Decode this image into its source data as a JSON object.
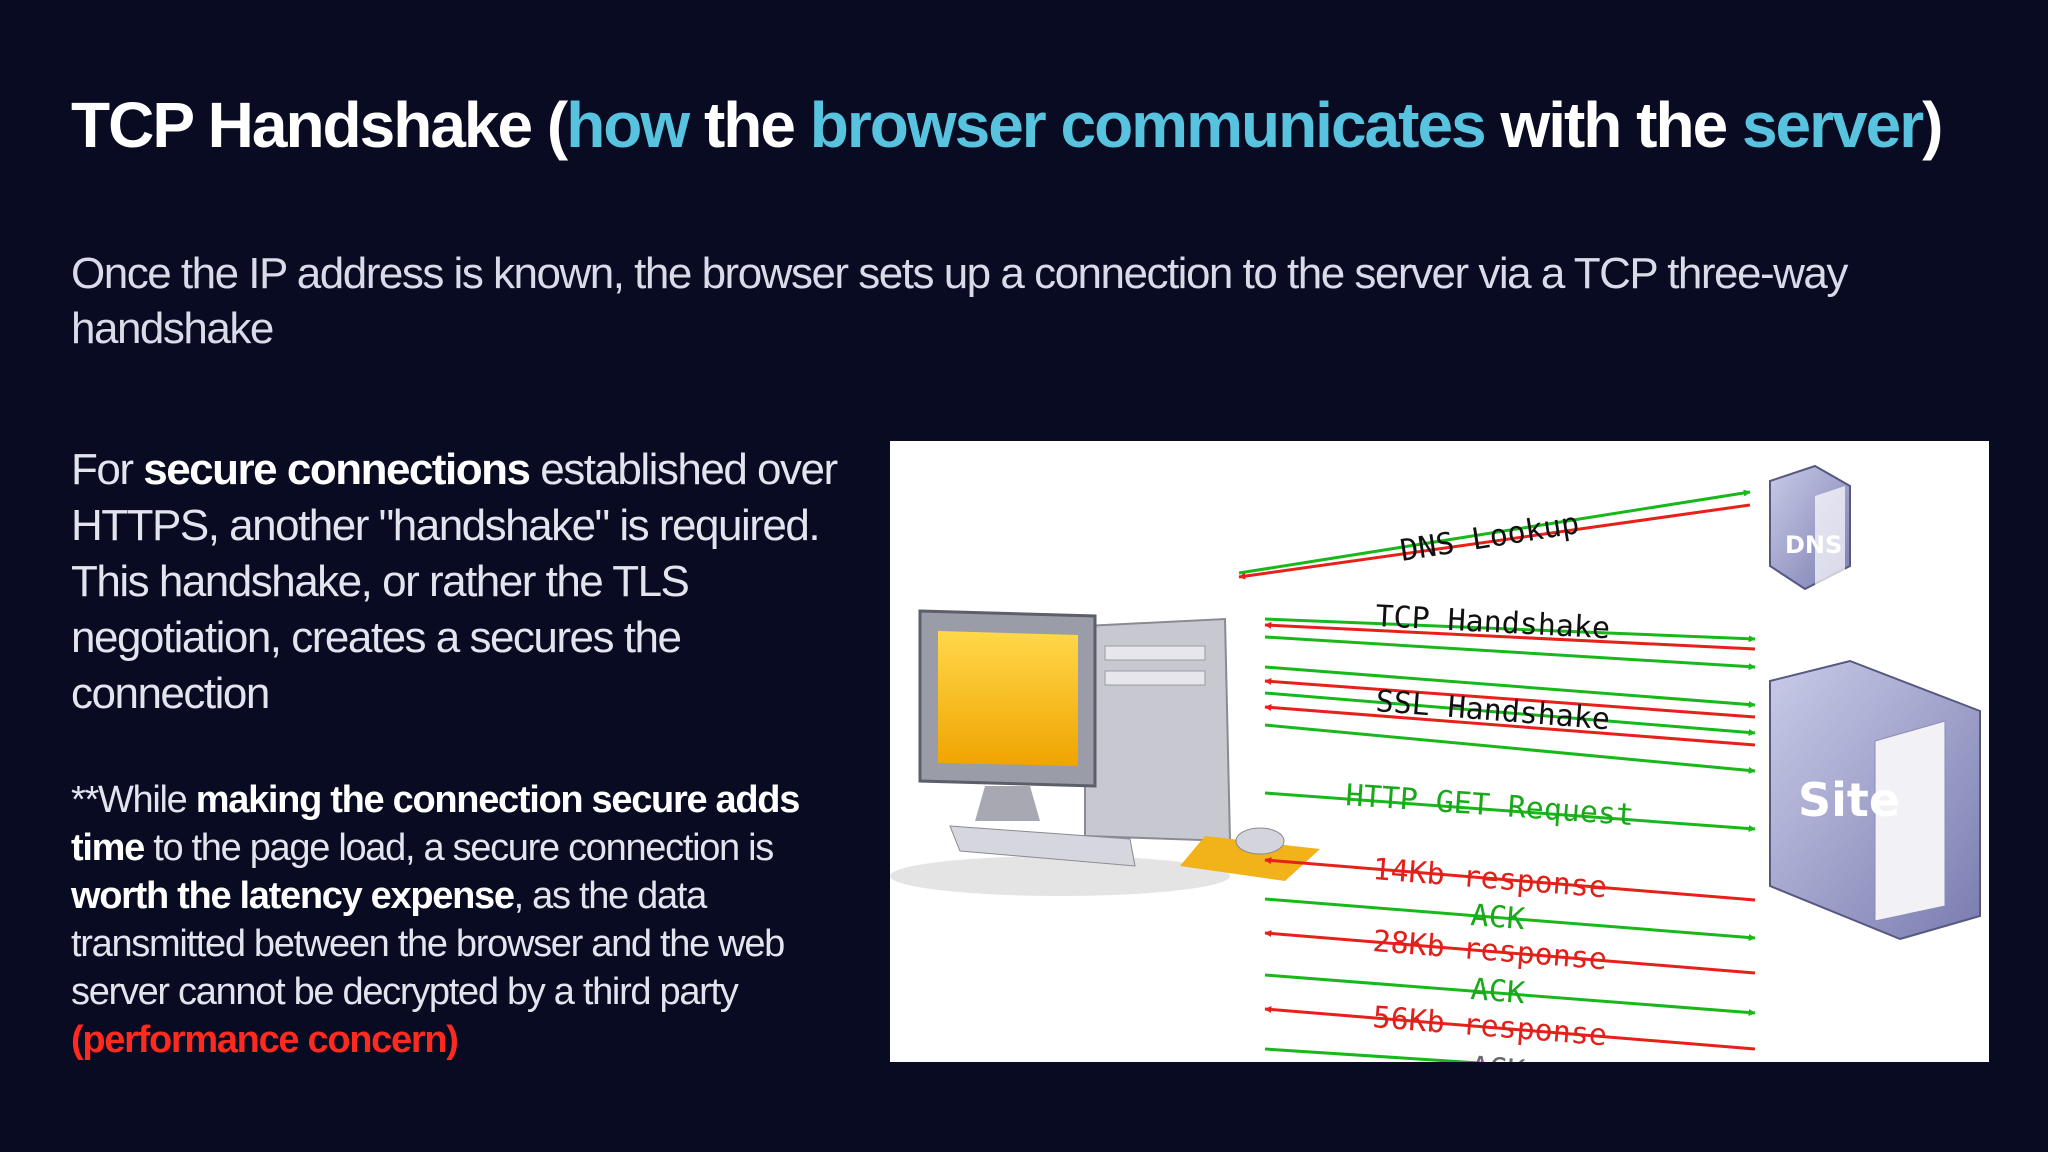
{
  "slide": {
    "title": {
      "part1": "TCP Handshake (",
      "accent1": "how",
      "part2": " the ",
      "accent2": "browser communicates",
      "part3": " with the ",
      "accent3": "server",
      "part4": ")"
    },
    "intro": "Once the IP address is known, the browser sets up a connection to the server via a TCP three-way handshake",
    "secure": {
      "t1": "For ",
      "b1": "secure connections",
      "t2": " established over HTTPS, another \"handshake\" is required. This handshake, or rather the TLS negotiation, creates a secures the connection"
    },
    "note": {
      "t1": "**While ",
      "b1": "making the connection secure adds time",
      "t2": " to the page load, a secure connection is ",
      "b2": "worth the latency expense",
      "t3": ", as the data transmitted between the browser and the web server cannot be decrypted by a third party ",
      "concern": "(performance concern)"
    }
  },
  "diagram": {
    "dns_server_label": "DNS",
    "site_server_label": "Site",
    "labels": {
      "dns_lookup": "DNS Lookup",
      "tcp_handshake": "TCP Handshake",
      "ssl_handshake": "SSL Handshake",
      "http_get": "HTTP GET Request",
      "resp_14": "14Kb response",
      "ack_1": "ACK",
      "resp_28": "28Kb response",
      "ack_2": "ACK",
      "resp_56": "56Kb response",
      "ack_3": "ACK"
    },
    "colors": {
      "request_arrow": "#18b81a",
      "response_arrow": "#e8201a",
      "background": "#080b22",
      "accent": "#58c3de",
      "concern": "#ff2a1f"
    }
  }
}
